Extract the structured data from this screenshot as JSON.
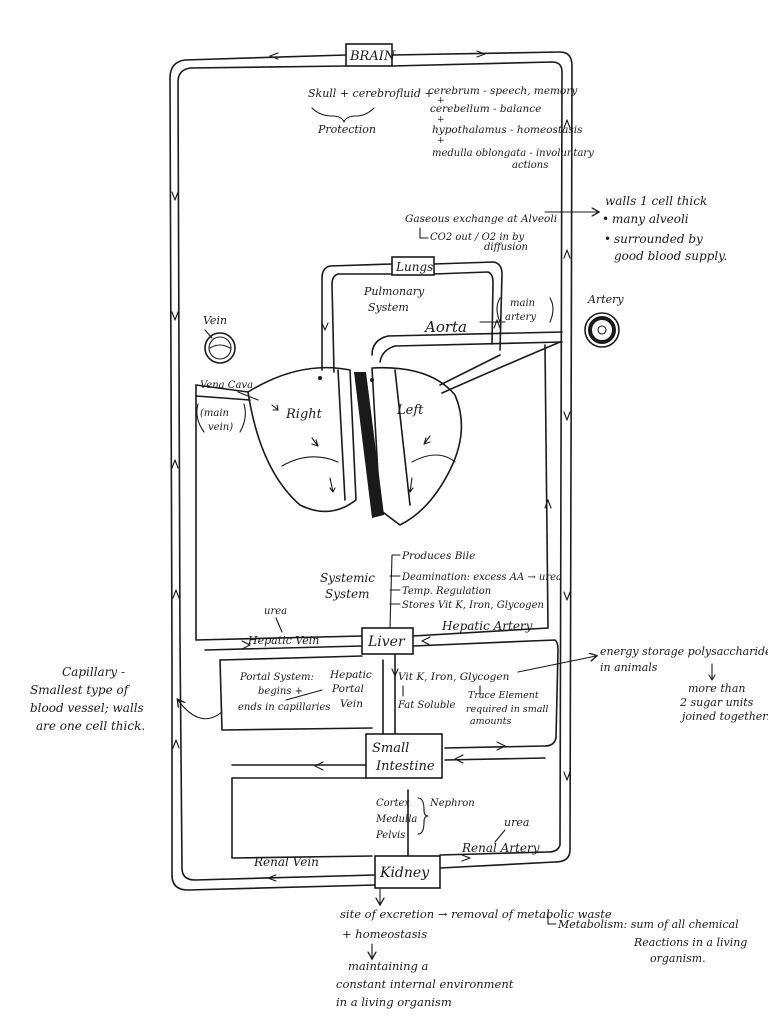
{
  "organs": {
    "brain": "BRAIN",
    "lungs": "Lungs",
    "liver": "Liver",
    "small_intestine_1": "Small",
    "small_intestine_2": "Intestine",
    "kidney": "Kidney"
  },
  "brain_notes": {
    "skull": "Skull + cerebrofluid +",
    "protection": "Protection",
    "cerebrum": "cerebrum - speech, memory",
    "plus": "+",
    "cerebellum": "cerebellum - balance",
    "hypothalamus": "hypothalamus - homeostasis",
    "medulla_1": "medulla oblongata - involuntary",
    "medulla_2": "actions"
  },
  "lung_notes": {
    "gaseous": "Gaseous exchange at Alveoli",
    "co2": "CO2 out / O2 in by",
    "diffusion": "diffusion",
    "walls": "walls 1 cell thick",
    "many_alveoli": "many alveoli",
    "surrounded_1": "surrounded by",
    "surrounded_2": "good blood supply.",
    "pulmonary_1": "Pulmonary",
    "pulmonary_2": "System"
  },
  "vessels": {
    "vein": "Vein",
    "artery": "Artery",
    "aorta": "Aorta",
    "main_artery_1": "main",
    "main_artery_2": "artery",
    "vena_cava": "Vena Cava",
    "main_vein_1": "(main",
    "main_vein_2": "vein)",
    "hepatic_vein": "Hepatic Vein",
    "hepatic_artery": "Hepatic Artery",
    "hepatic_portal_1": "Hepatic",
    "hepatic_portal_2": "Portal",
    "hepatic_portal_3": "Vein",
    "renal_vein": "Renal Vein",
    "renal_artery": "Renal Artery"
  },
  "heart": {
    "right": "Right",
    "left": "Left"
  },
  "liver_notes": {
    "systemic_1": "Systemic",
    "systemic_2": "System",
    "bile": "Produces Bile",
    "deamination": "Deamination: excess AA → urea",
    "temp": "Temp. Regulation",
    "stores": "Stores Vit K, Iron, Glycogen",
    "urea": "urea",
    "portal_1": "Portal System:",
    "portal_2": "begins +",
    "portal_3": "ends in capillaries",
    "vit": "Vit K, Iron, Glycogen",
    "fat_soluble": "Fat Soluble",
    "trace_1": "Trace Element",
    "trace_2": "required in small",
    "trace_3": "amounts"
  },
  "side_notes": {
    "capillary_1": "Capillary -",
    "capillary_2": "Smallest type of",
    "capillary_3": "blood vessel; walls",
    "capillary_4": "are one cell thick.",
    "energy_1": "energy storage polysaccharide",
    "energy_2": "in animals",
    "sugar_1": "more than",
    "sugar_2": "2 sugar units",
    "sugar_3": "joined together."
  },
  "kidney_notes": {
    "cortex": "Cortex",
    "medulla": "Medulla",
    "pelvis": "Pelvis",
    "nephron": "Nephron",
    "urea": "urea",
    "excretion_1": "site of excretion → removal of metabolic waste",
    "homeostasis": "+ homeostasis",
    "metabolism_1": "Metabolism: sum of all chemical",
    "metabolism_2": "Reactions in a living",
    "metabolism_3": "organism.",
    "maintain_1": "maintaining a",
    "maintain_2": "constant internal environment",
    "maintain_3": "in a living organism"
  }
}
